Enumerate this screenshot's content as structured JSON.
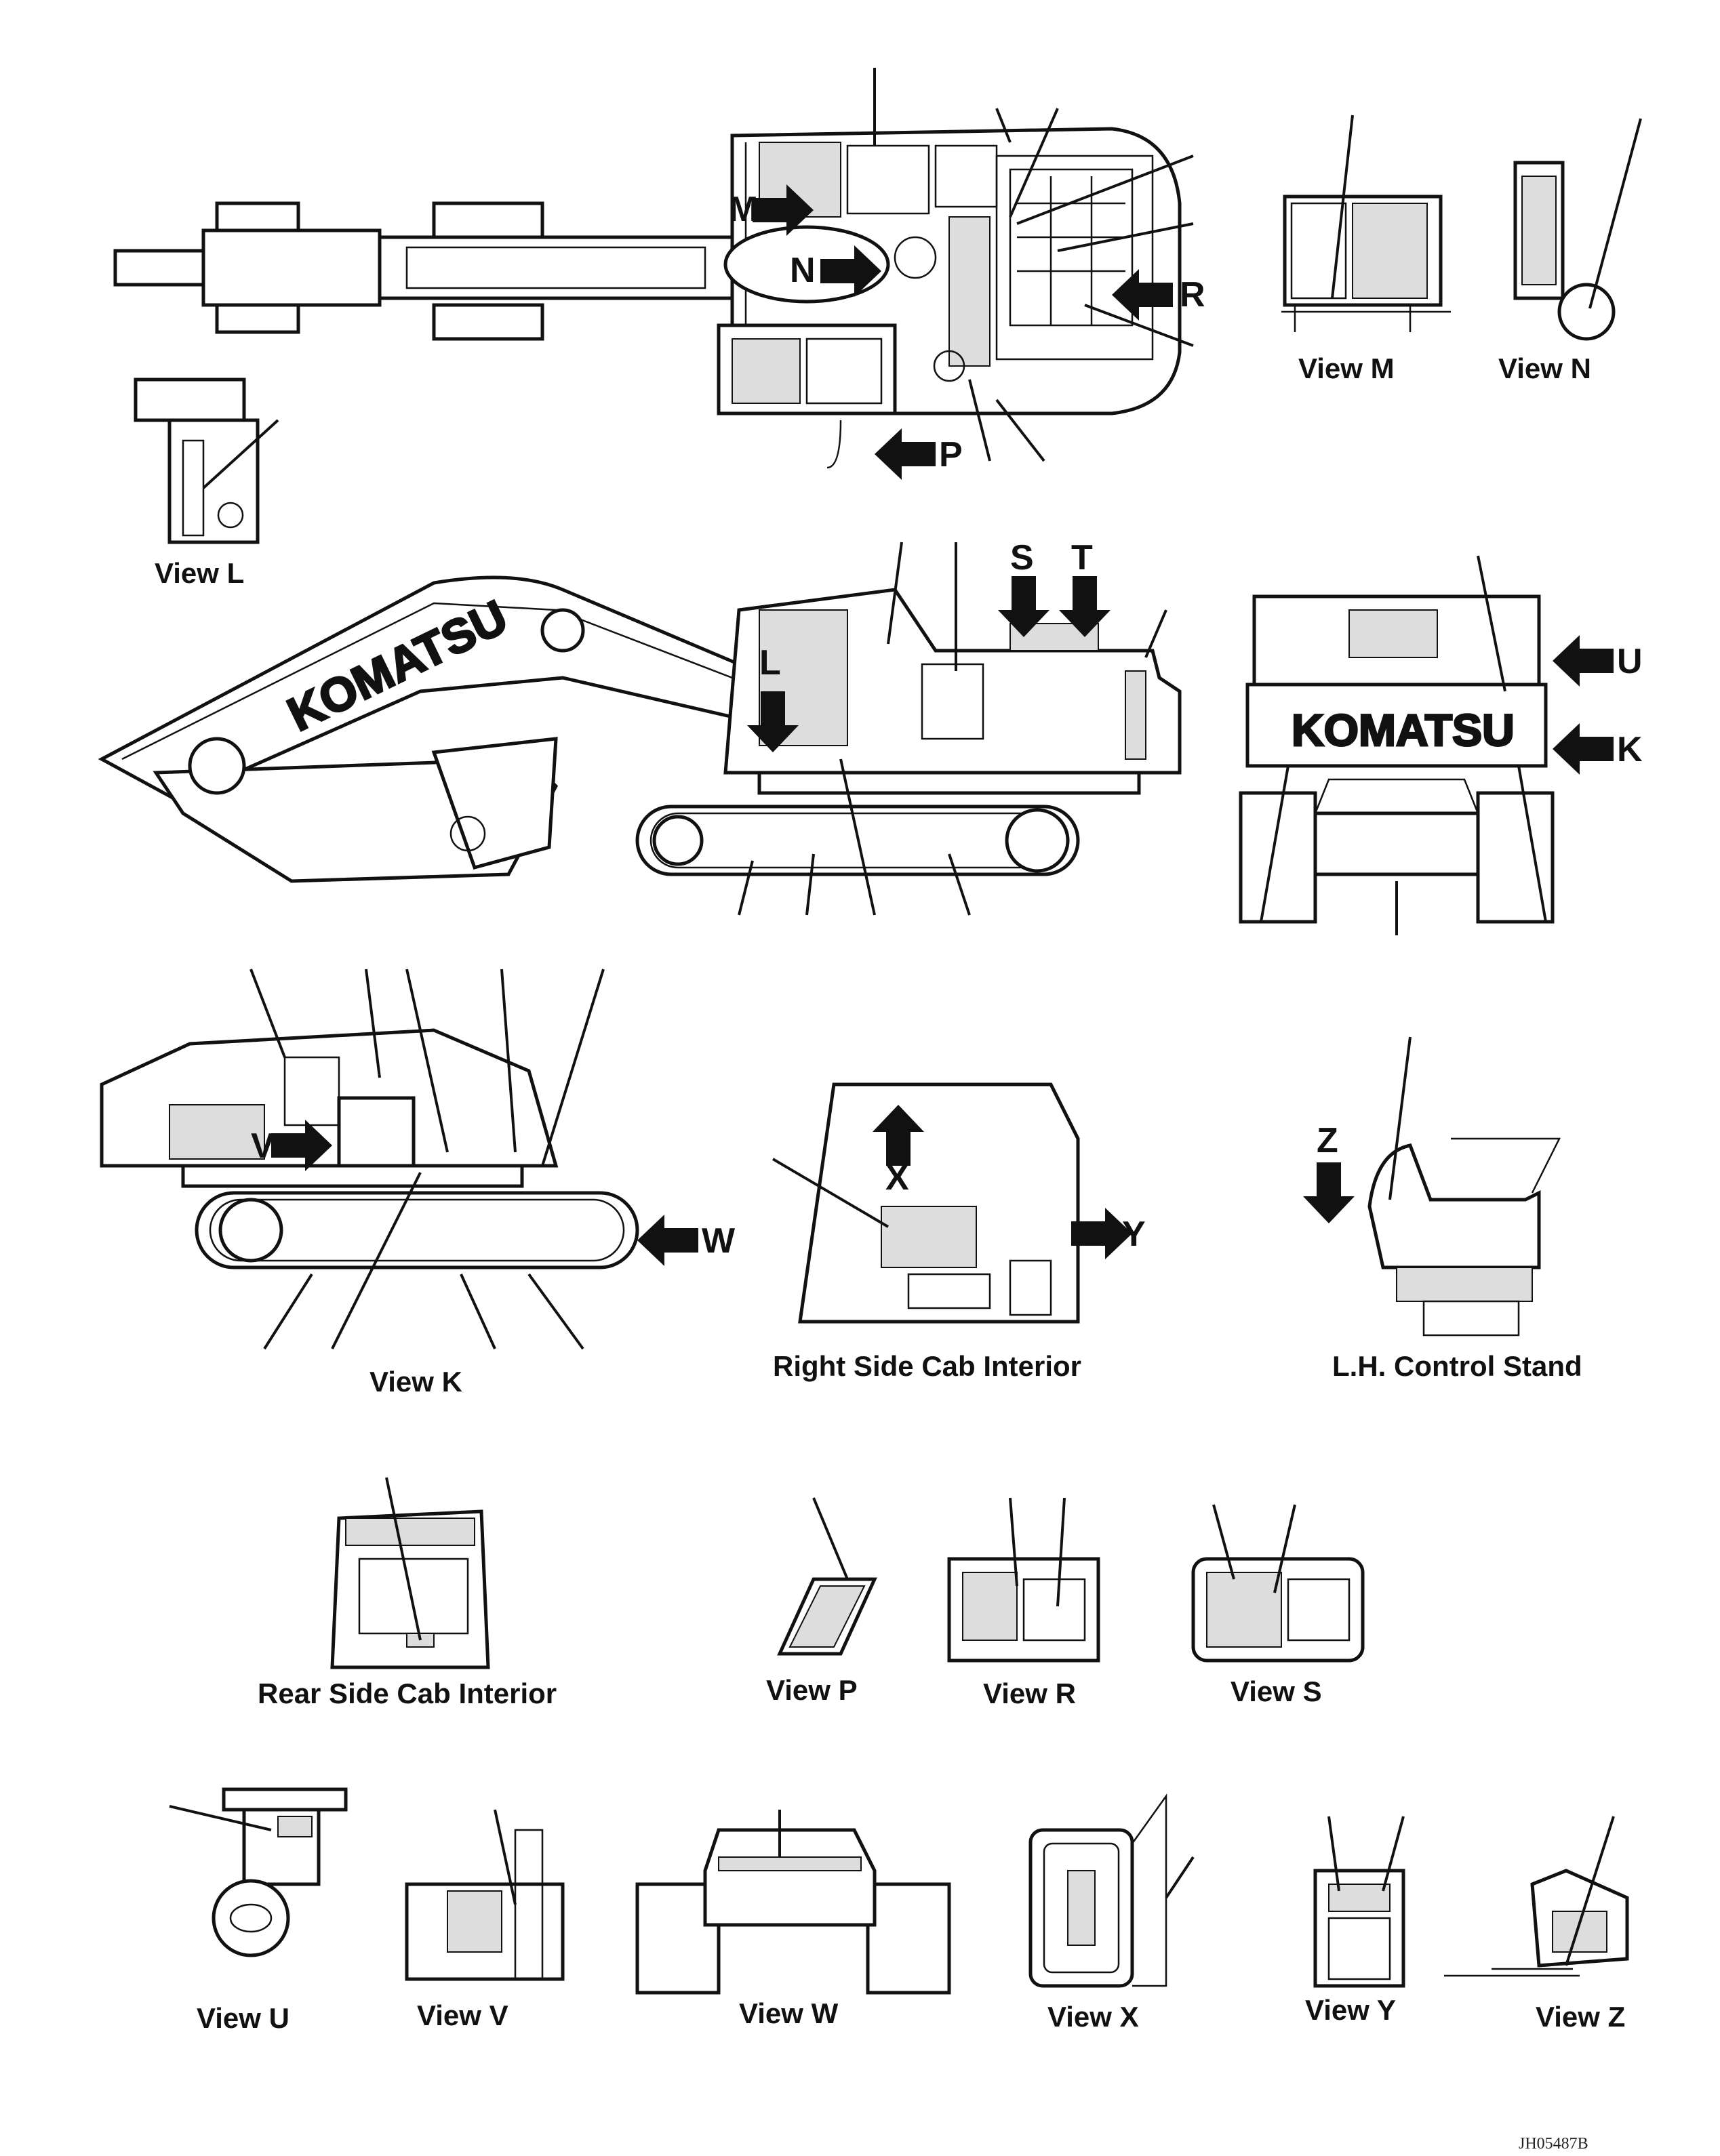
{
  "figure_id": "JH05487B",
  "captions": {
    "view_l": "View L",
    "view_m": "View M",
    "view_n": "View N",
    "view_k": "View K",
    "right_cab": "Right Side Cab Interior",
    "lh_control": "L.H. Control Stand",
    "rear_cab": "Rear Side Cab Interior",
    "view_p": "View P",
    "view_r": "View R",
    "view_s": "View S",
    "view_u": "View U",
    "view_v": "View V",
    "view_w": "View W",
    "view_x": "View X",
    "view_y": "View Y",
    "view_z": "View Z"
  },
  "arrows": {
    "m": "M",
    "n": "N",
    "r": "R",
    "p": "P",
    "l": "L",
    "s": "S",
    "t": "T",
    "u": "U",
    "k": "K",
    "v": "V",
    "w": "W",
    "x": "X",
    "y": "Y",
    "z": "Z"
  },
  "brand_text": "KOMATSU"
}
